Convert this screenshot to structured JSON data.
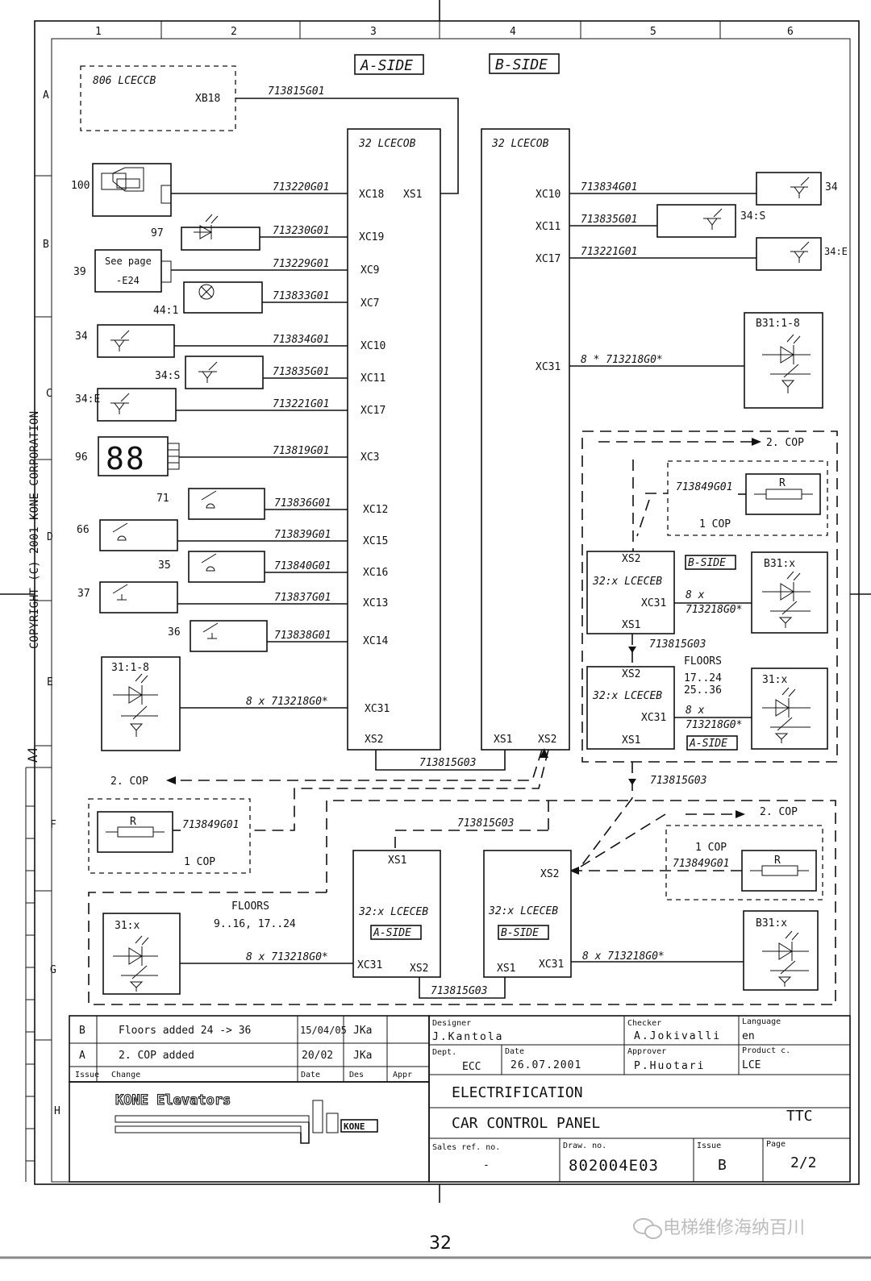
{
  "grid": {
    "columns": [
      "1",
      "2",
      "3",
      "4",
      "5",
      "6"
    ],
    "rows": [
      "A",
      "B",
      "C",
      "D",
      "E",
      "F",
      "G",
      "H"
    ]
  },
  "copyright": "COPYRIGHT (C) 2001 KONE CORPORATION",
  "paper_size": "A4",
  "side_labels": {
    "a": "A-SIDE",
    "b": "B-SIDE"
  },
  "top_block": {
    "name": "806 LCECCB",
    "port": "XB18",
    "cable": "713815G01"
  },
  "main_a": {
    "name": "32 LCECOB",
    "xs1": "XS1",
    "xs2": "XS2",
    "ports": [
      "XC18",
      "XC19",
      "XC9",
      "XC7",
      "XC10",
      "XC11",
      "XC17",
      "XC3",
      "XC12",
      "XC15",
      "XC16",
      "XC13",
      "XC14",
      "XC31"
    ],
    "cables": [
      "713220G01",
      "713230G01",
      "713229G01",
      "713833G01",
      "713834G01",
      "713835G01",
      "713221G01",
      "713819G01",
      "713836G01",
      "713839G01",
      "713840G01",
      "713837G01",
      "713838G01",
      "8 x 713218G0*"
    ]
  },
  "main_b": {
    "name": "32 LCECOB",
    "xs1": "XS1",
    "xs2": "XS2",
    "ports": [
      "XC10",
      "XC11",
      "XC17",
      "XC31"
    ],
    "cables": [
      "713834G01",
      "713835G01",
      "713221G01",
      "8 * 713218G0*"
    ]
  },
  "devices_left": {
    "d100": "100",
    "d97": "97",
    "d39": "39",
    "see_page": "See page",
    "e24": "-E24",
    "d44": "44:1",
    "d34": "34",
    "d34s": "34:S",
    "d34e": "34:E",
    "d96": "96",
    "display": "88",
    "d71": "71",
    "d66": "66",
    "d35": "35",
    "d37": "37",
    "d36": "36",
    "d31": "31:1-8"
  },
  "devices_right": {
    "d34": "34",
    "d34s": "34:S",
    "d34e": "34:E",
    "b31": "B31:1-8"
  },
  "main_link": "713815G03",
  "cop": {
    "two_cop": "2. COP",
    "one_cop": "1 COP",
    "r": "R",
    "cable": "713849G01",
    "module": "32:x LCECEB",
    "floors": "FLOORS",
    "floors_r1": "17..24",
    "floors_r2": "25..36",
    "floors_g": "9..16, 17..24",
    "eight": "8 x",
    "cable8": "713218G0*",
    "cable8_g": "8 x 713218G0*",
    "link": "713815G03",
    "b31x": "B31:x",
    "a31x": "31:x"
  },
  "revisions": [
    {
      "issue": "B",
      "change": "Floors added 24 -> 36",
      "date": "15/04/05",
      "des": "JKa"
    },
    {
      "issue": "A",
      "change": "2. COP added",
      "date": "20/02",
      "des": "JKa"
    }
  ],
  "rev_headers": {
    "issue": "Issue",
    "change": "Change",
    "date": "Date",
    "des": "Des",
    "appr": "Appr"
  },
  "title_block": {
    "designer_label": "Designer",
    "designer": "J.Kantola",
    "checker_label": "Checker",
    "checker": "A.Jokivalli",
    "language_label": "Language",
    "language": "en",
    "dept_label": "Dept.",
    "dept": "ECC",
    "date_label": "Date",
    "date": "26.07.2001",
    "approver_label": "Approver",
    "approver": "P.Huotari",
    "product_label": "Product c.",
    "product": "LCE",
    "title1": "ELECTRIFICATION",
    "title2": "CAR CONTROL PANEL",
    "code": "TTC",
    "sales_label": "Sales ref. no.",
    "sales": "-",
    "draw_label": "Draw. no.",
    "draw": "802004E03",
    "issue_label": "Issue",
    "issue": "B",
    "page_label": "Page",
    "page": "2/2",
    "company": "KONE Elevators",
    "logo_word": "KONE"
  },
  "page_number": "32",
  "watermark": "电梯维修海纳百川"
}
